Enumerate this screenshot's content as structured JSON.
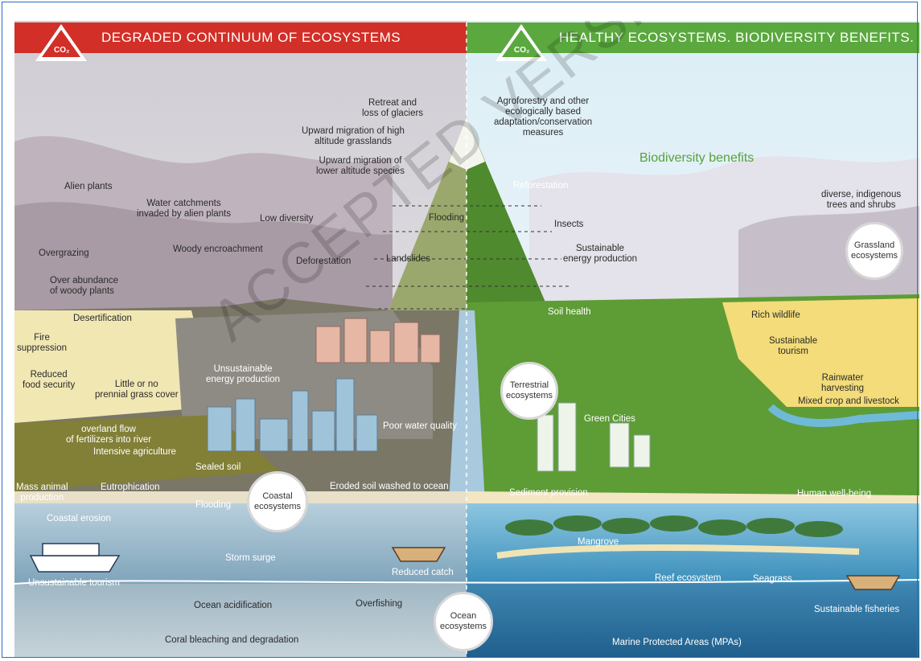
{
  "banners": {
    "left_title": "DEGRADED CONTINUUM OF ECOSYSTEMS",
    "right_title": "HEALTHY ECOSYSTEMS. BIODIVERSITY BENEFITS.",
    "co2_left": "CO₂",
    "co2_right": "CO₂",
    "left_color": "#d12f27",
    "right_color": "#5aa83e"
  },
  "left_labels": {
    "retreat": "Retreat and\nloss of glaciers",
    "upward_high": "Upward migration of high\naltitude grasslands",
    "upward_low": "Upward migration of\nlower altitude species",
    "alien_plants": "Alien plants",
    "water_catchments": "Water catchments\ninvaded by alien plants",
    "low_diversity": "Low diversity",
    "overgrazing": "Overgrazing",
    "woody": "Woody encroachment",
    "deforestation": "Deforestation",
    "landslides": "Landslides",
    "flooding_mtn": "Flooding",
    "overabundance": "Over abundance\nof woody plants",
    "desertification": "Desertification",
    "fire": "Fire\nsuppression",
    "food": "Reduced\nfood security",
    "little": "Little or no\nprennial grass cover",
    "unsustainable_energy": "Unsustainable\nenergy production",
    "overland": "overland flow\nof fertilizers into river",
    "intensive": "Intensive agriculture",
    "eutrophication": "Eutrophication",
    "mass_animal": "Mass animal\nproduction",
    "sealed": "Sealed soil",
    "poor_water": "Poor water quality",
    "eroded": "Eroded soil washed to ocean",
    "flooding_coast": "Flooding",
    "coastal_erosion": "Coastal erosion",
    "storm": "Storm surge",
    "reduced_catch": "Reduced catch",
    "unsustainable_tourism": "Unsustainable tourism",
    "ocean_acid": "Ocean acidification",
    "overfishing": "Overfishing",
    "coral": "Coral bleaching and degradation"
  },
  "right_labels": {
    "agroforestry": "Agroforestry and other\necologically based\nadaptation/conservation\nmeasures",
    "biodiversity": "Biodiversity benefits",
    "reforestation": "Reforestation",
    "insects": "Insects",
    "sustainable_energy": "Sustainable\nenergy production",
    "soil_health": "Soil health",
    "diverse": "diverse, indigenous\ntrees and shrubs",
    "rich_wildlife": "Rich wildlife",
    "sustainable_tourism": "Sustainable\ntourism",
    "rainwater": "Rainwater\nharvesting",
    "mixed": "Mixed crop and livestock",
    "green_cities": "Green Cities",
    "sediment": "Sediment provision",
    "human": "Human well-being",
    "mangrove": "Mangrove",
    "reef": "Reef ecosystem",
    "seagrass": "Seagrass",
    "fisheries": "Sustainable fisheries",
    "mpa": "Marine Protected Areas (MPAs)"
  },
  "bubbles": {
    "coastal": "Coastal\necosystems",
    "terrestrial": "Terrestrial\necosystems",
    "grassland": "Grassland\necosystems",
    "ocean": "Ocean\necosystems"
  },
  "watermark": "ACCEPTED VERSION SUBJECT TO FINAL EDITS"
}
